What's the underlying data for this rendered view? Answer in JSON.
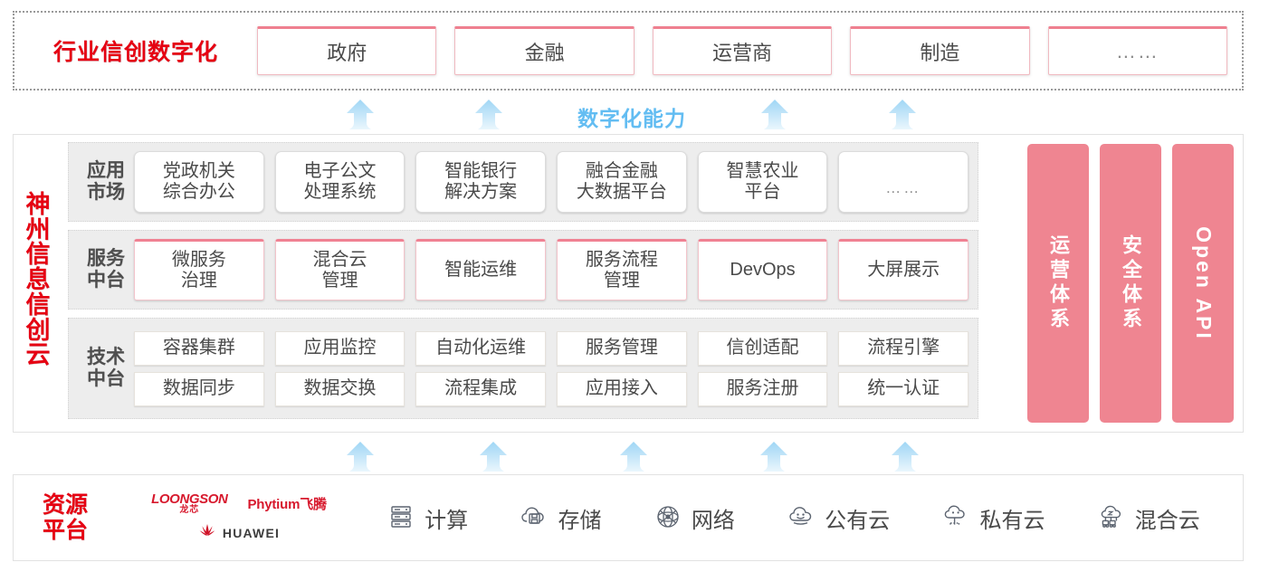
{
  "industry": {
    "title": "行业信创数字化",
    "cards": [
      "政府",
      "金融",
      "运营商",
      "制造",
      "……"
    ]
  },
  "capability": {
    "label": "数字化能力"
  },
  "cloud": {
    "title": "神州信息信创云",
    "title_chars": [
      "神",
      "州",
      "信",
      "息",
      "信",
      "创",
      "云"
    ],
    "layers": [
      {
        "label": "应用\n市场",
        "label_chars": [
          "应用",
          "市场"
        ],
        "cards": [
          "党政机关\n综合办公",
          "电子公文\n处理系统",
          "智能银行\n解决方案",
          "融合金融\n大数据平台",
          "智慧农业\n平台",
          "……"
        ]
      },
      {
        "label": "服务\n中台",
        "label_chars": [
          "服务",
          "中台"
        ],
        "cards": [
          "微服务\n治理",
          "混合云\n管理",
          "智能运维",
          "服务流程\n管理",
          "DevOps",
          "大屏展示"
        ]
      },
      {
        "label": "技术\n中台",
        "label_chars": [
          "技术",
          "中台"
        ],
        "row1": [
          "容器集群",
          "应用监控",
          "自动化运维",
          "服务管理",
          "信创适配",
          "流程引擎"
        ],
        "row2": [
          "数据同步",
          "数据交换",
          "流程集成",
          "应用接入",
          "服务注册",
          "统一认证"
        ]
      }
    ],
    "pillars": [
      {
        "text": "运营体系",
        "orientation": "vertical-cn"
      },
      {
        "text": "安全体系",
        "orientation": "vertical-cn"
      },
      {
        "text": "Open API",
        "orientation": "rotated-en"
      }
    ]
  },
  "resource": {
    "title": "资源平台",
    "title_line1": "资源",
    "title_line2": "平台",
    "vendors": [
      {
        "name": "LOONGSON",
        "sub": "龙芯"
      },
      {
        "name": "Phytium飞腾"
      },
      {
        "name": "HUAWEI"
      }
    ],
    "items": [
      {
        "icon": "server-rack-icon",
        "label": "计算"
      },
      {
        "icon": "cloud-storage-icon",
        "label": "存储"
      },
      {
        "icon": "network-mesh-icon",
        "label": "网络"
      },
      {
        "icon": "public-cloud-icon",
        "label": "公有云"
      },
      {
        "icon": "private-cloud-icon",
        "label": "私有云"
      },
      {
        "icon": "hybrid-cloud-icon",
        "label": "混合云"
      }
    ]
  },
  "colors": {
    "brand_red": "#e60012",
    "pillar_pink": "#ef8591",
    "accent_pink": "#f08293",
    "arrow_blue": "#bfe2f7",
    "capability_blue": "#63bdf2",
    "layer_bg": "#ededed"
  },
  "arrows": {
    "top_x": [
      398,
      540,
      856,
      997
    ],
    "bottom_x": [
      398,
      545,
      700,
      855,
      1000
    ]
  }
}
